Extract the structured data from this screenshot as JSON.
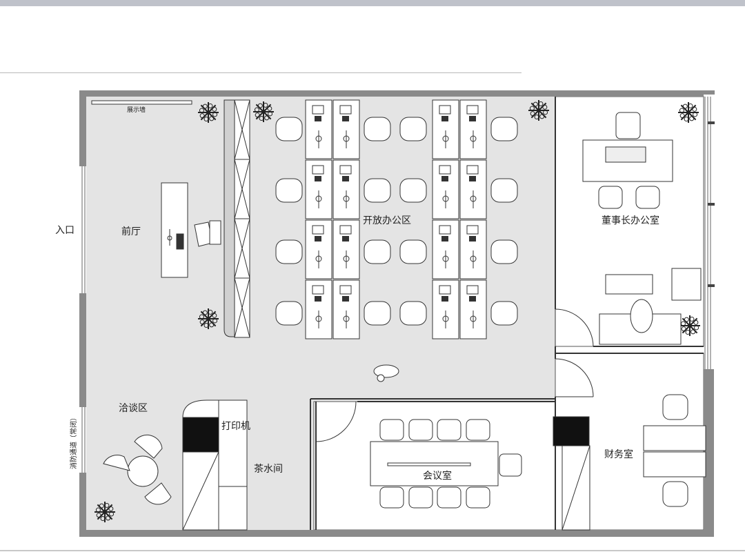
{
  "floorplan": {
    "rooms": {
      "entrance": "入口",
      "lobby": "前厅",
      "display": "展示墙",
      "open_office": "开放办公区",
      "chairman_office": "董事长办公室",
      "negotiation": "洽谈区",
      "printer": "打印机",
      "pantry": "茶水间",
      "meeting_room": "会议室",
      "finance": "财务室",
      "fire_exit": "消防通道（常闭）"
    }
  },
  "colors": {
    "floor": "#e4e4e4",
    "wall": "#8a8a8a",
    "line": "#333333",
    "furniture": "#ffffff"
  }
}
